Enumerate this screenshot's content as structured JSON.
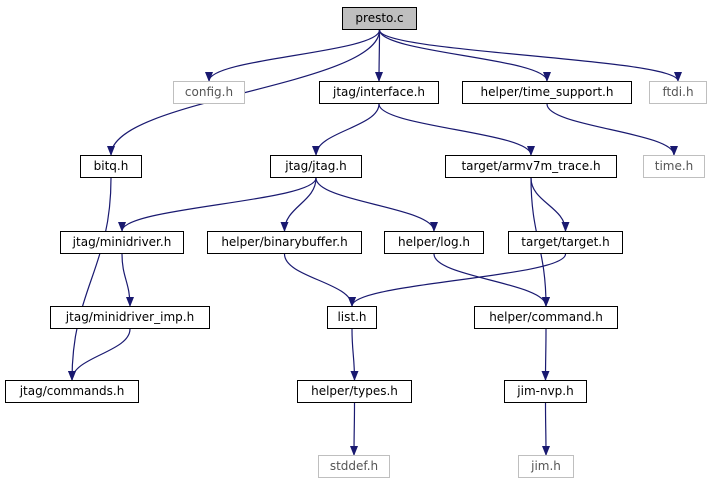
{
  "colors": {
    "edge": "#191970",
    "root_fill": "#bfbfbf",
    "external_border": "#bfbfbf"
  },
  "nodes": {
    "presto": {
      "label": "presto.c"
    },
    "config": {
      "label": "config.h"
    },
    "interface": {
      "label": "jtag/interface.h"
    },
    "time_support": {
      "label": "helper/time_support.h"
    },
    "ftdi": {
      "label": "ftdi.h"
    },
    "bitq": {
      "label": "bitq.h"
    },
    "jtag": {
      "label": "jtag/jtag.h"
    },
    "armv7m_trace": {
      "label": "target/armv7m_trace.h"
    },
    "time": {
      "label": "time.h"
    },
    "minidriver": {
      "label": "jtag/minidriver.h"
    },
    "binarybuffer": {
      "label": "helper/binarybuffer.h"
    },
    "log": {
      "label": "helper/log.h"
    },
    "target": {
      "label": "target/target.h"
    },
    "minidriver_imp": {
      "label": "jtag/minidriver_imp.h"
    },
    "list": {
      "label": "list.h"
    },
    "command": {
      "label": "helper/command.h"
    },
    "commands": {
      "label": "jtag/commands.h"
    },
    "types": {
      "label": "helper/types.h"
    },
    "jim_nvp": {
      "label": "jim-nvp.h"
    },
    "stddef": {
      "label": "stddef.h"
    },
    "jim": {
      "label": "jim.h"
    }
  },
  "edges": [
    [
      "presto",
      "config"
    ],
    [
      "presto",
      "interface"
    ],
    [
      "presto",
      "time_support"
    ],
    [
      "presto",
      "ftdi"
    ],
    [
      "presto",
      "bitq"
    ],
    [
      "interface",
      "jtag"
    ],
    [
      "interface",
      "armv7m_trace"
    ],
    [
      "time_support",
      "time"
    ],
    [
      "bitq",
      "commands"
    ],
    [
      "jtag",
      "minidriver"
    ],
    [
      "jtag",
      "binarybuffer"
    ],
    [
      "jtag",
      "log"
    ],
    [
      "armv7m_trace",
      "target"
    ],
    [
      "armv7m_trace",
      "command"
    ],
    [
      "minidriver",
      "minidriver_imp"
    ],
    [
      "minidriver_imp",
      "commands"
    ],
    [
      "binarybuffer",
      "list"
    ],
    [
      "log",
      "command"
    ],
    [
      "target",
      "list"
    ],
    [
      "list",
      "types"
    ],
    [
      "command",
      "jim_nvp"
    ],
    [
      "types",
      "stddef"
    ],
    [
      "jim_nvp",
      "jim"
    ]
  ]
}
